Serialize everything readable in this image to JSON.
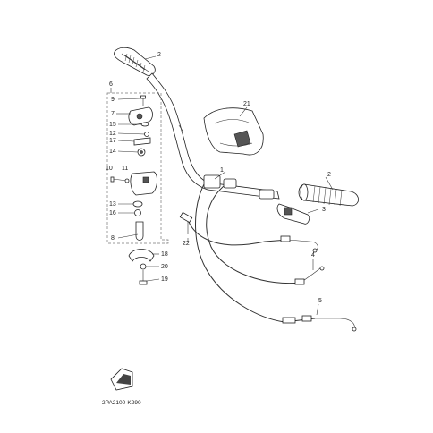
{
  "diagram": {
    "drawing_code": "2PA2100-K290",
    "part_labels": {
      "p1": "1",
      "p2a": "2",
      "p2b": "2",
      "p3": "3",
      "p4": "4",
      "p5": "5",
      "p6": "6",
      "p7": "7",
      "p8": "8",
      "p9": "9",
      "p10": "10",
      "p11": "11",
      "p12": "12",
      "p13": "13",
      "p14": "14",
      "p15": "15",
      "p16": "16",
      "p17": "17",
      "p18": "18",
      "p19": "19",
      "p20": "20",
      "p21": "21",
      "p22": "22"
    },
    "front_marker_icon": "front-arrow-icon"
  }
}
